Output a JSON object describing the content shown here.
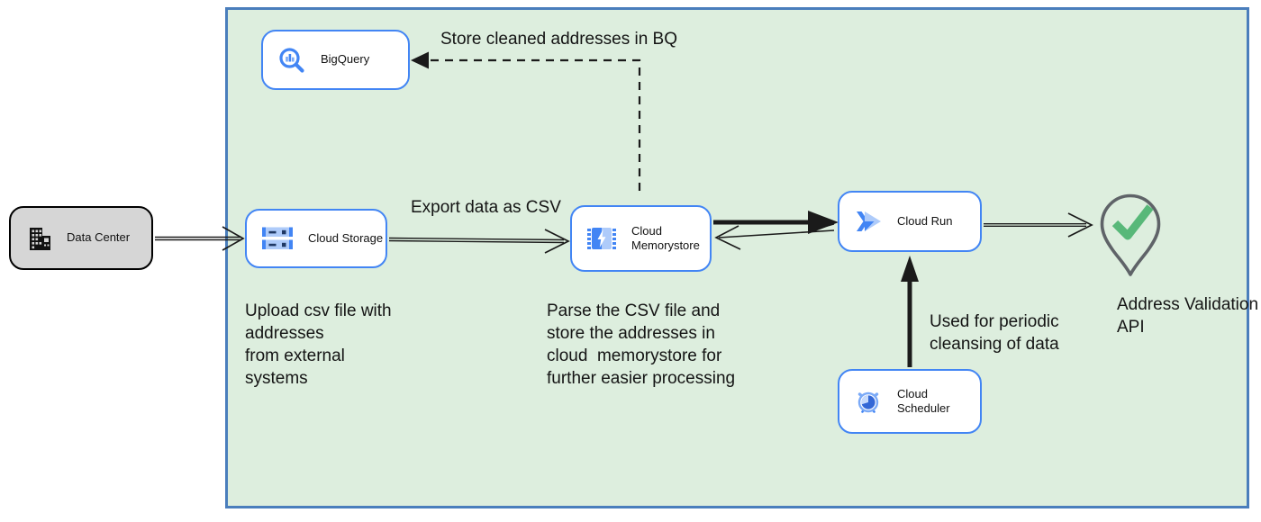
{
  "diagram_type": "cloud-architecture-flow",
  "colors": {
    "boundary_fill": "#ddeede",
    "boundary_border": "#4a7ebc",
    "node_border_blue": "#4285f4",
    "node_fill": "#ffffff",
    "datacenter_fill": "#d6d6d6",
    "datacenter_border": "#000000",
    "icon_blue": "#4285f4",
    "icon_light_blue": "#aecbfa",
    "icon_dark_navy": "#1f3864",
    "pin_outline": "#5f6368",
    "pin_check_green": "#58b879",
    "arrow_black": "#1a1a1a"
  },
  "nodes": {
    "data_center": {
      "label": "Data Center",
      "icon": "building-icon"
    },
    "bigquery": {
      "label": "BigQuery",
      "icon": "magnifier-chart-icon"
    },
    "cloud_storage": {
      "label": "Cloud Storage",
      "icon": "storage-buckets-icon"
    },
    "cloud_memorystore": {
      "label": "Cloud Memorystore",
      "icon": "memory-chip-bolt-icon"
    },
    "cloud_run": {
      "label": "Cloud Run",
      "icon": "run-chevrons-icon"
    },
    "cloud_scheduler": {
      "label": "Cloud Scheduler",
      "icon": "alarm-clock-icon"
    },
    "address_validation_api": {
      "label": "Address Validation\nAPI",
      "icon": "map-pin-check-icon"
    }
  },
  "annotations": {
    "store_bq": "Store cleaned addresses in BQ",
    "export_csv": "Export data as CSV",
    "upload_note": "Upload csv file with\naddresses\nfrom external\nsystems",
    "parse_note": "Parse the CSV file and\nstore the addresses in\ncloud  memorystore for\nfurther easier processing",
    "scheduler_note": "Used for periodic\ncleansing of data"
  },
  "edges": [
    {
      "from": "data_center",
      "to": "cloud_storage",
      "style": "double-line-open-arrow",
      "label": ""
    },
    {
      "from": "cloud_storage",
      "to": "cloud_memorystore",
      "style": "double-line-open-arrow",
      "label": "Export data as CSV"
    },
    {
      "from": "cloud_memorystore",
      "to": "cloud_run",
      "style": "thick-filled-arrow",
      "label": ""
    },
    {
      "from": "cloud_run",
      "to": "cloud_memorystore",
      "style": "thin-open-arrow",
      "label": ""
    },
    {
      "from": "cloud_run",
      "to": "address_validation_api",
      "style": "double-line-open-arrow",
      "label": ""
    },
    {
      "from": "cloud_scheduler",
      "to": "cloud_run",
      "style": "thick-filled-arrow",
      "label": "Used for periodic cleansing of data"
    },
    {
      "from": "cloud_memorystore",
      "to": "bigquery",
      "style": "dashed-filled-arrow",
      "label": "Store cleaned addresses in BQ"
    }
  ]
}
